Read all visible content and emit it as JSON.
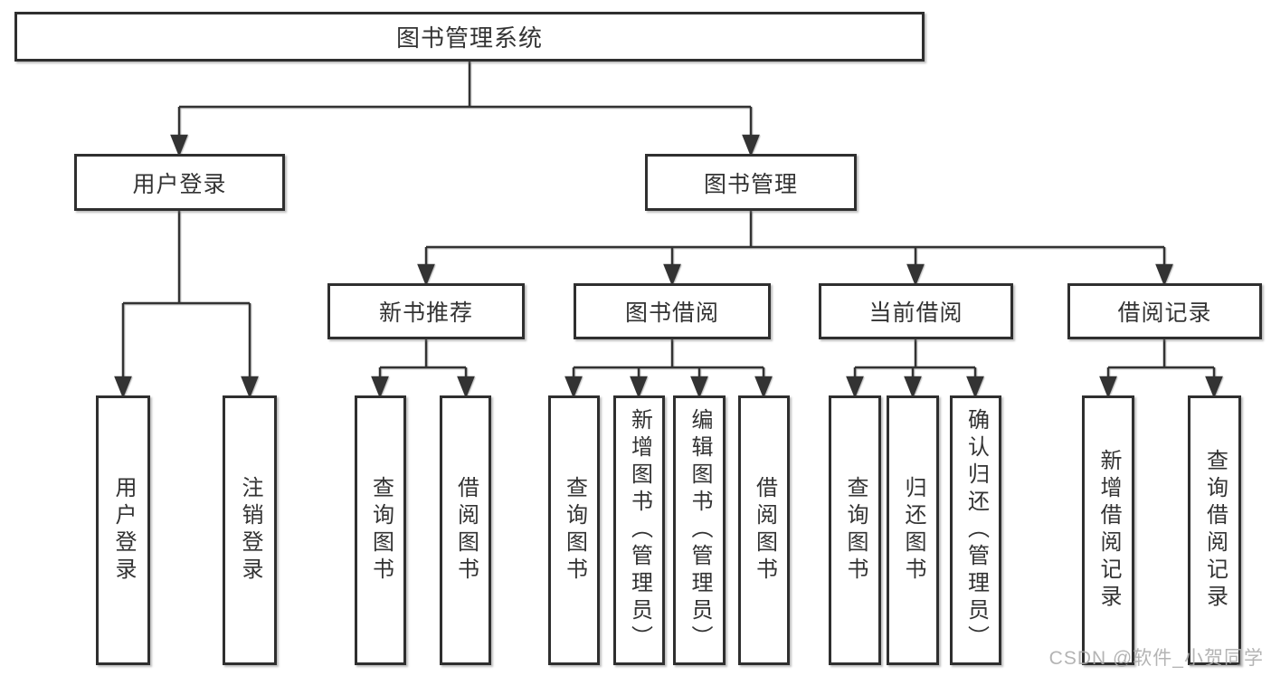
{
  "diagram": {
    "nodes": {
      "root": "图书管理系统",
      "level1": {
        "user_login": "用户登录",
        "book_management": "图书管理"
      },
      "level2": {
        "new_book_recommend": "新书推荐",
        "book_borrow": "图书借阅",
        "current_borrow": "当前借阅",
        "borrow_record": "借阅记录"
      },
      "leaves": {
        "user_login": "用户登录",
        "logout": "注销登录",
        "recommend_query_books": "查询图书",
        "recommend_borrow_books": "借阅图书",
        "borrow_query_books": "查询图书",
        "add_book_admin": "新增图书（管理员）",
        "edit_book_admin": "编辑图书（管理员）",
        "borrow_borrow_books": "借阅图书",
        "current_query_books": "查询图书",
        "return_book": "归还图书",
        "confirm_return_admin": "确认归还（管理员）",
        "add_borrow_record": "新增借阅记录",
        "query_borrow_record": "查询借阅记录"
      }
    },
    "watermark": "CSDN @软件_小贺同学",
    "colors": {
      "line": "#333333",
      "box_border": "#2f2f2f",
      "text": "#333333",
      "watermark": "#acacac",
      "background": "#ffffff"
    }
  }
}
